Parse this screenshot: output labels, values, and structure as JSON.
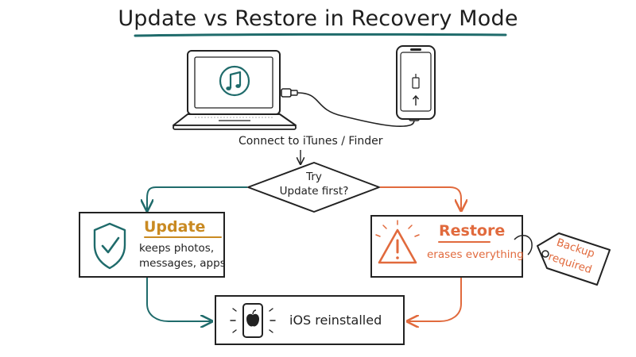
{
  "title": "Update vs Restore in Recovery Mode",
  "connect_label": "Connect to iTunes / Finder",
  "decision": {
    "lines": [
      "Try",
      "Update first?"
    ]
  },
  "update": {
    "title": "Update",
    "body_lines": [
      "keeps photos,",
      "messages, apps"
    ]
  },
  "restore": {
    "title": "Restore",
    "body": "erases everything",
    "tag_lines": [
      "Backup",
      "required"
    ]
  },
  "result": {
    "label": "iOS reinstalled"
  },
  "colors": {
    "teal": "#1f6b6b",
    "orange": "#e16a3d",
    "gold": "#c98a22",
    "ink": "#222222"
  },
  "icons": {
    "laptop": "laptop-icon",
    "music": "music-note-icon",
    "phone": "smartphone-icon",
    "cable": "usb-cable",
    "shield": "shield-check-icon",
    "warning": "warning-triangle-icon",
    "apple_phone": "apple-logo-phone-icon",
    "tag": "price-tag-icon"
  }
}
